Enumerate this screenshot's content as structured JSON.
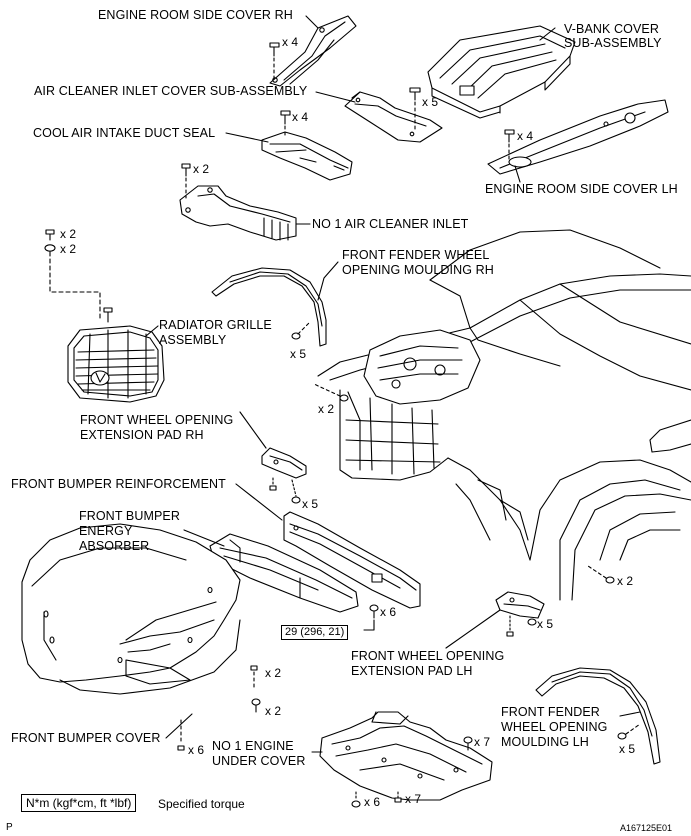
{
  "labels": {
    "engine_room_side_cover_rh": "ENGINE ROOM SIDE COVER RH",
    "v_bank_cover_1": "V-BANK COVER",
    "v_bank_cover_2": "SUB-ASSEMBLY",
    "air_cleaner_inlet_cover": "AIR CLEANER INLET COVER SUB-ASSEMBLY",
    "cool_air_intake_duct_seal": "COOL AIR INTAKE DUCT SEAL",
    "engine_room_side_cover_lh": "ENGINE ROOM SIDE COVER LH",
    "no1_air_cleaner_inlet": "NO  1 AIR CLEANER INLET",
    "front_fender_rh_1": "FRONT FENDER WHEEL",
    "front_fender_rh_2": "OPENING MOULDING RH",
    "radiator_grille_1": "RADIATOR GRILLE",
    "radiator_grille_2": "ASSEMBLY",
    "fwo_pad_rh_1": "FRONT WHEEL OPENING",
    "fwo_pad_rh_2": "EXTENSION PAD RH",
    "front_bumper_reinforcement": "FRONT BUMPER REINFORCEMENT",
    "energy_absorber_1": "FRONT BUMPER",
    "energy_absorber_2": "ENERGY",
    "energy_absorber_3": "ABSORBER",
    "fwo_pad_lh_1": "FRONT WHEEL OPENING",
    "fwo_pad_lh_2": "EXTENSION PAD LH",
    "front_fender_lh_1": "FRONT FENDER",
    "front_fender_lh_2": "WHEEL OPENING",
    "front_fender_lh_3": "MOULDING LH",
    "front_bumper_cover": "FRONT BUMPER COVER",
    "no1_engine_under_cover_1": "NO  1 ENGINE",
    "no1_engine_under_cover_2": "UNDER COVER"
  },
  "quantities": {
    "rh_side_cover": "x 4",
    "vbank_clips": "x 5",
    "duct_seal": "x 4",
    "lh_side_cover": "x 4",
    "inlet": "x 2",
    "grille_bolt": "x 2",
    "grille_clip": "x 2",
    "fender_rh": "x 5",
    "grille_side": "x 2",
    "pad_rh": "x 5",
    "reinforcement": "x 6",
    "body_right": "x 2",
    "pad_lh": "x 5",
    "cover_a": "x 2",
    "cover_b": "x 2",
    "cover_bottom": "x 6",
    "under_cover_r": "x 7",
    "under_cover_bottom_a": "x 6",
    "under_cover_bottom_b": "x 7",
    "fender_lh": "x 5"
  },
  "torque": "29 (296, 21)",
  "legend": {
    "box": "N*m (kgf*cm, ft *lbf)",
    "text": "Specified torque"
  },
  "corner_letter": "P",
  "figure_id": "A167125E01"
}
